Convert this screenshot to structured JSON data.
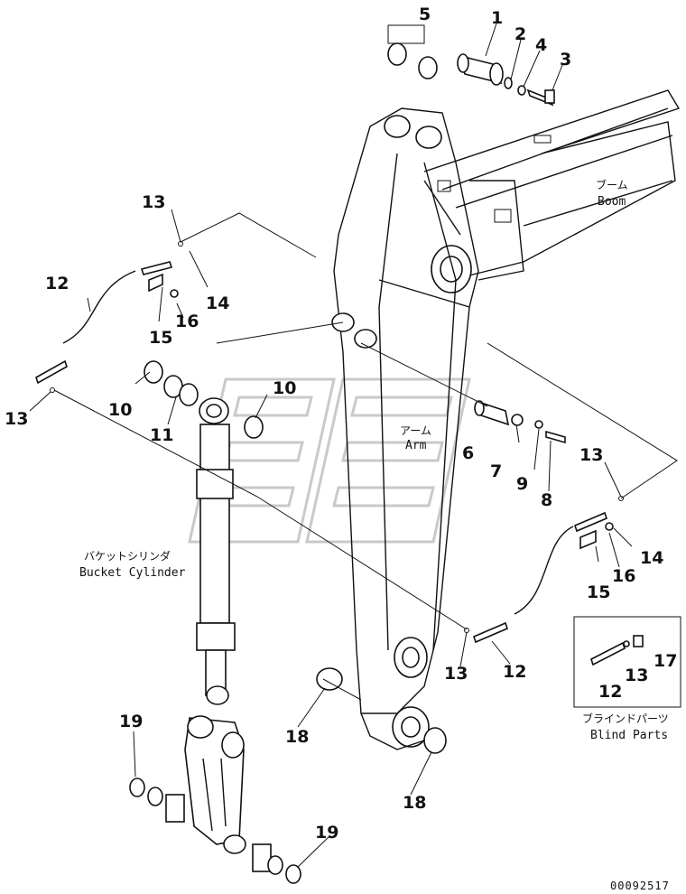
{
  "labels": {
    "boom_jp": "ブーム",
    "boom_en": "Boom",
    "arm_jp": "アーム",
    "arm_en": "Arm",
    "bucket_cyl_jp": "バケットシリンダ",
    "bucket_cyl_en": "Bucket Cylinder",
    "blind_jp": "ブラインドパーツ",
    "blind_en": "Blind Parts"
  },
  "callouts": {
    "c1": "1",
    "c2": "2",
    "c3": "3",
    "c4": "4",
    "c5": "5",
    "c6": "6",
    "c7": "7",
    "c8": "8",
    "c9": "9",
    "c10a": "10",
    "c10b": "10",
    "c11": "11",
    "c12a": "12",
    "c12b": "12",
    "c12c": "12",
    "c13a": "13",
    "c13b": "13",
    "c13c": "13",
    "c13d": "13",
    "c13e": "13",
    "c14a": "14",
    "c14b": "14",
    "c15a": "15",
    "c15b": "15",
    "c16a": "16",
    "c16b": "16",
    "c17": "17",
    "c18a": "18",
    "c18b": "18",
    "c19a": "19",
    "c19b": "19"
  },
  "drawing_code": "00092517"
}
